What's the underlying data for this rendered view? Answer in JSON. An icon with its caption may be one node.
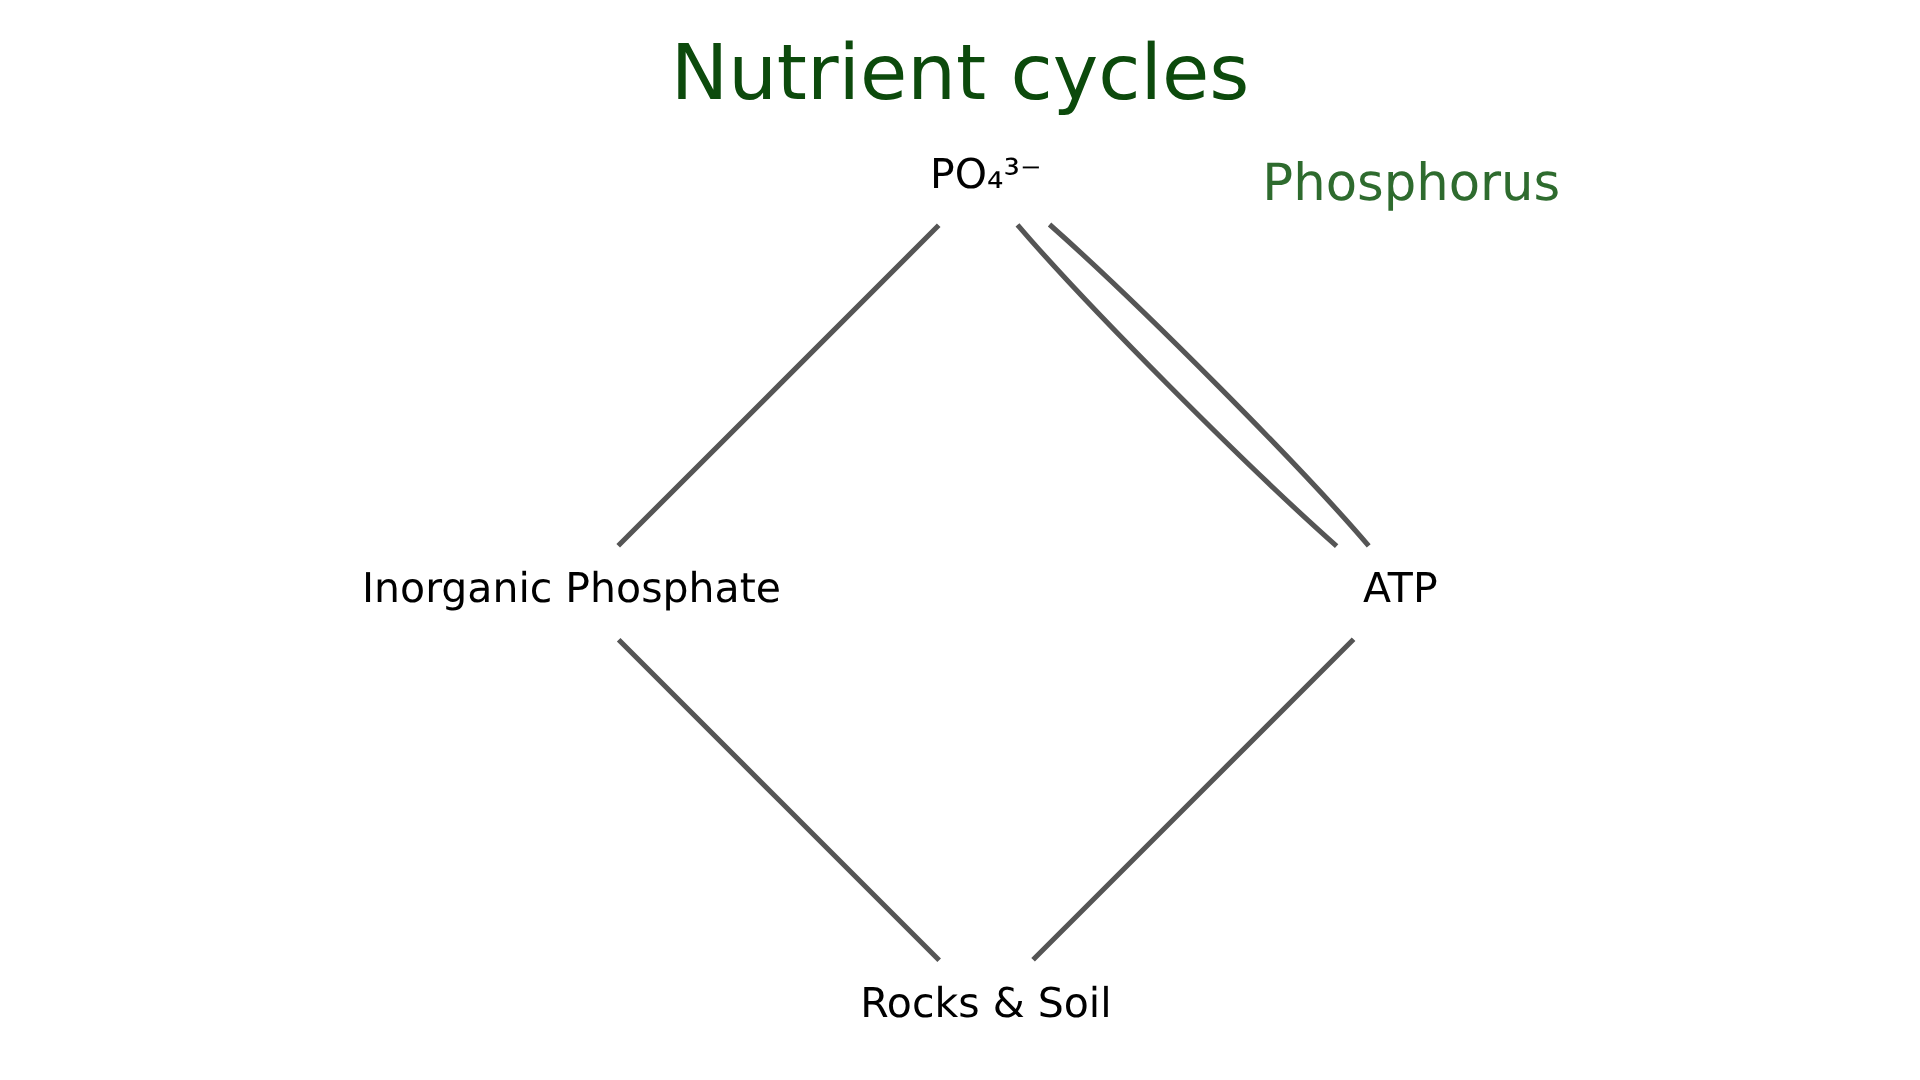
{
  "diagram": {
    "title": "Nutrient cycles",
    "nodes": [
      {
        "text": [
          "Rocks & Soil"
        ]
      },
      {
        "text": [
          "ATP"
        ]
      },
      {
        "text": [
          "Inorganic Phosphate"
        ]
      },
      {
        "text": [
          "PO₄³⁻"
        ]
      }
    ],
    "edges": [
      {
        "from": 0,
        "to": 2,
        "arrow": "none"
      },
      {
        "from": 2,
        "to": 3,
        "arrow": "none"
      },
      {
        "from": 3,
        "to": 1,
        "arrow": "none"
      },
      {
        "from": 1,
        "to": 0,
        "arrow": "none"
      },
      {
        "from": 1,
        "to": 3,
        "arrow": "none"
      }
    ],
    "labels": [
      "Phosphorus"
    ]
  }
}
